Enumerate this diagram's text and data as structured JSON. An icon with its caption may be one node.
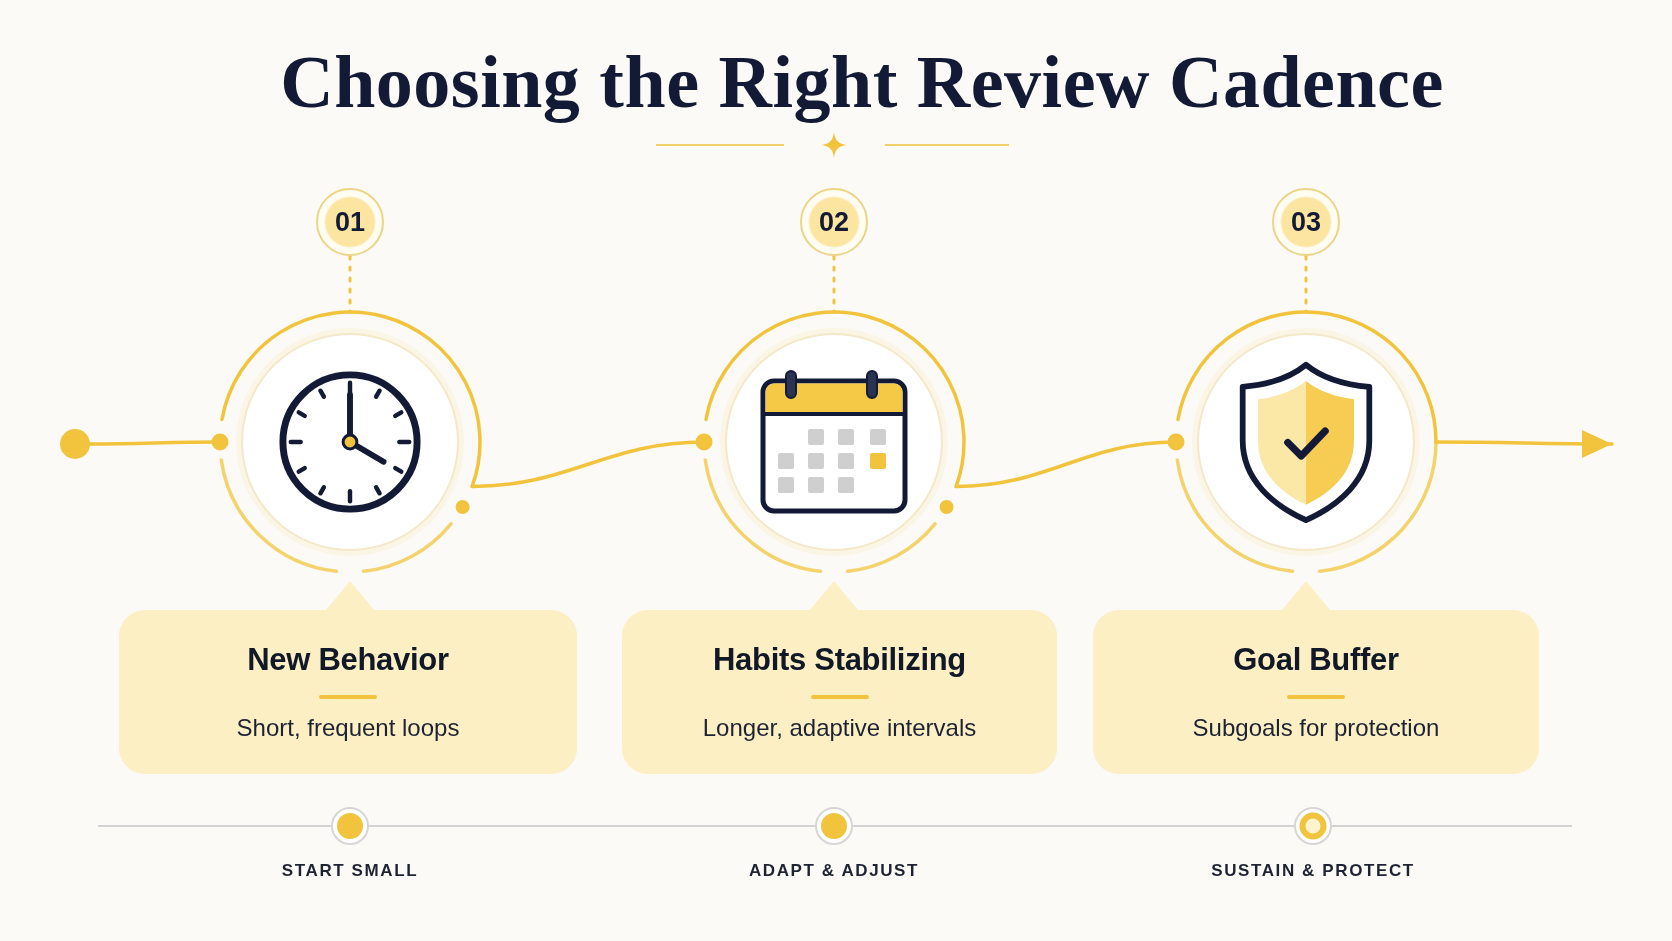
{
  "diagram": {
    "title": "Choosing the Right Review Cadence",
    "nodes": [
      {
        "text": [],
        "shape": "circle"
      },
      {
        "text": [
          "01"
        ]
      },
      {
        "text": [],
        "shape": "circle"
      },
      {
        "text": [
          "New Behavior",
          "Short, frequent loops"
        ]
      },
      {
        "text": [
          "02"
        ]
      },
      {
        "text": [],
        "shape": "circle"
      },
      {
        "text": [
          "Habits Stabilizing",
          "Longer, adaptive intervals"
        ]
      },
      {
        "text": [
          "03"
        ]
      },
      {
        "text": [],
        "shape": "circle"
      },
      {
        "text": [
          "Goal Buffer",
          "Subgoals for protection"
        ]
      }
    ],
    "edges": [
      {
        "from": 0,
        "to": 2,
        "arrow": "other"
      },
      {
        "from": 1,
        "to": 2,
        "arrow": "none",
        "style": "dashed"
      },
      {
        "from": 2,
        "to": 5,
        "arrow": "other"
      },
      {
        "from": 4,
        "to": 5,
        "arrow": "none",
        "style": "dashed"
      },
      {
        "from": 5,
        "to": 8,
        "arrow": "other"
      },
      {
        "from": 7,
        "to": 8,
        "arrow": "none",
        "style": "dashed"
      },
      {
        "from": 8,
        "to": null,
        "arrow": "to"
      }
    ],
    "labels": [
      "START SMALL",
      "ADAPT & ADJUST",
      "SUSTAIN & PROTECT"
    ]
  }
}
